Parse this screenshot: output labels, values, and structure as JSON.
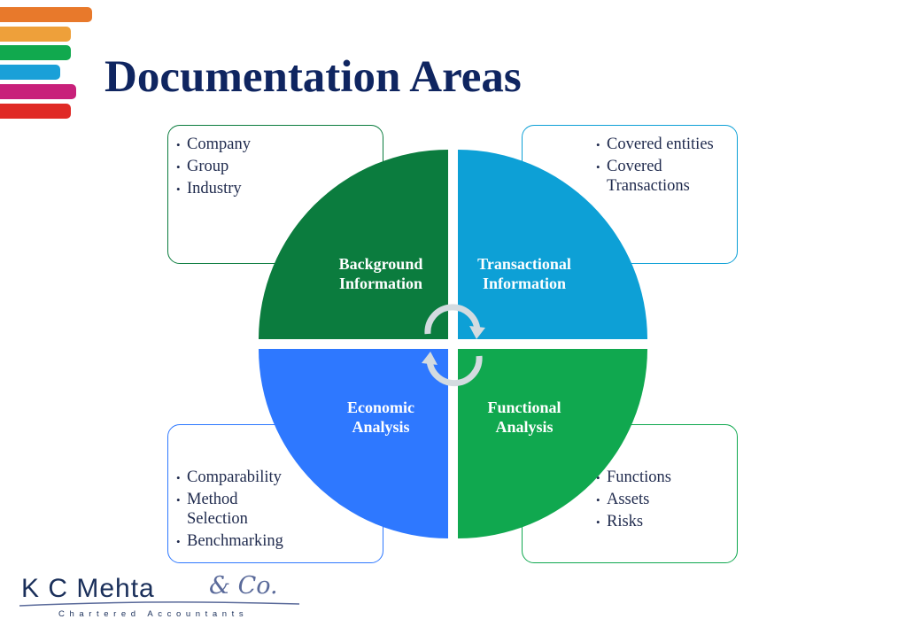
{
  "title": "Documentation Areas",
  "colors": {
    "title": "#0f2560",
    "stripes": [
      "#e8792b",
      "#eea03a",
      "#11a94e",
      "#1aa0d8",
      "#c8207a",
      "#e02a26"
    ],
    "background_info": "#0b7c3e",
    "transactional_info": "#0da0d6",
    "economic_analysis": "#2e78ff",
    "functional_analysis": "#10a84f",
    "arrows": "#c8d2d8"
  },
  "quadrants": {
    "background": {
      "line1": "Background",
      "line2": "Information"
    },
    "transactional": {
      "line1": "Transactional",
      "line2": "Information"
    },
    "economic": {
      "line1": "Economic",
      "line2": "Analysis"
    },
    "functional": {
      "line1": "Functional",
      "line2": "Analysis"
    }
  },
  "boxes": {
    "background": {
      "items": [
        "Company",
        "Group",
        "Industry"
      ]
    },
    "transactional": {
      "items": [
        "Covered entities",
        "Covered Transactions"
      ]
    },
    "economic": {
      "items": [
        "Comparability",
        "Method Selection",
        "Benchmarking"
      ]
    },
    "functional": {
      "items": [
        "Functions",
        "Assets",
        "Risks"
      ]
    }
  },
  "logo": {
    "name": "K C Mehta",
    "suffix": "& Co.",
    "subtitle": "Chartered Accountants"
  }
}
